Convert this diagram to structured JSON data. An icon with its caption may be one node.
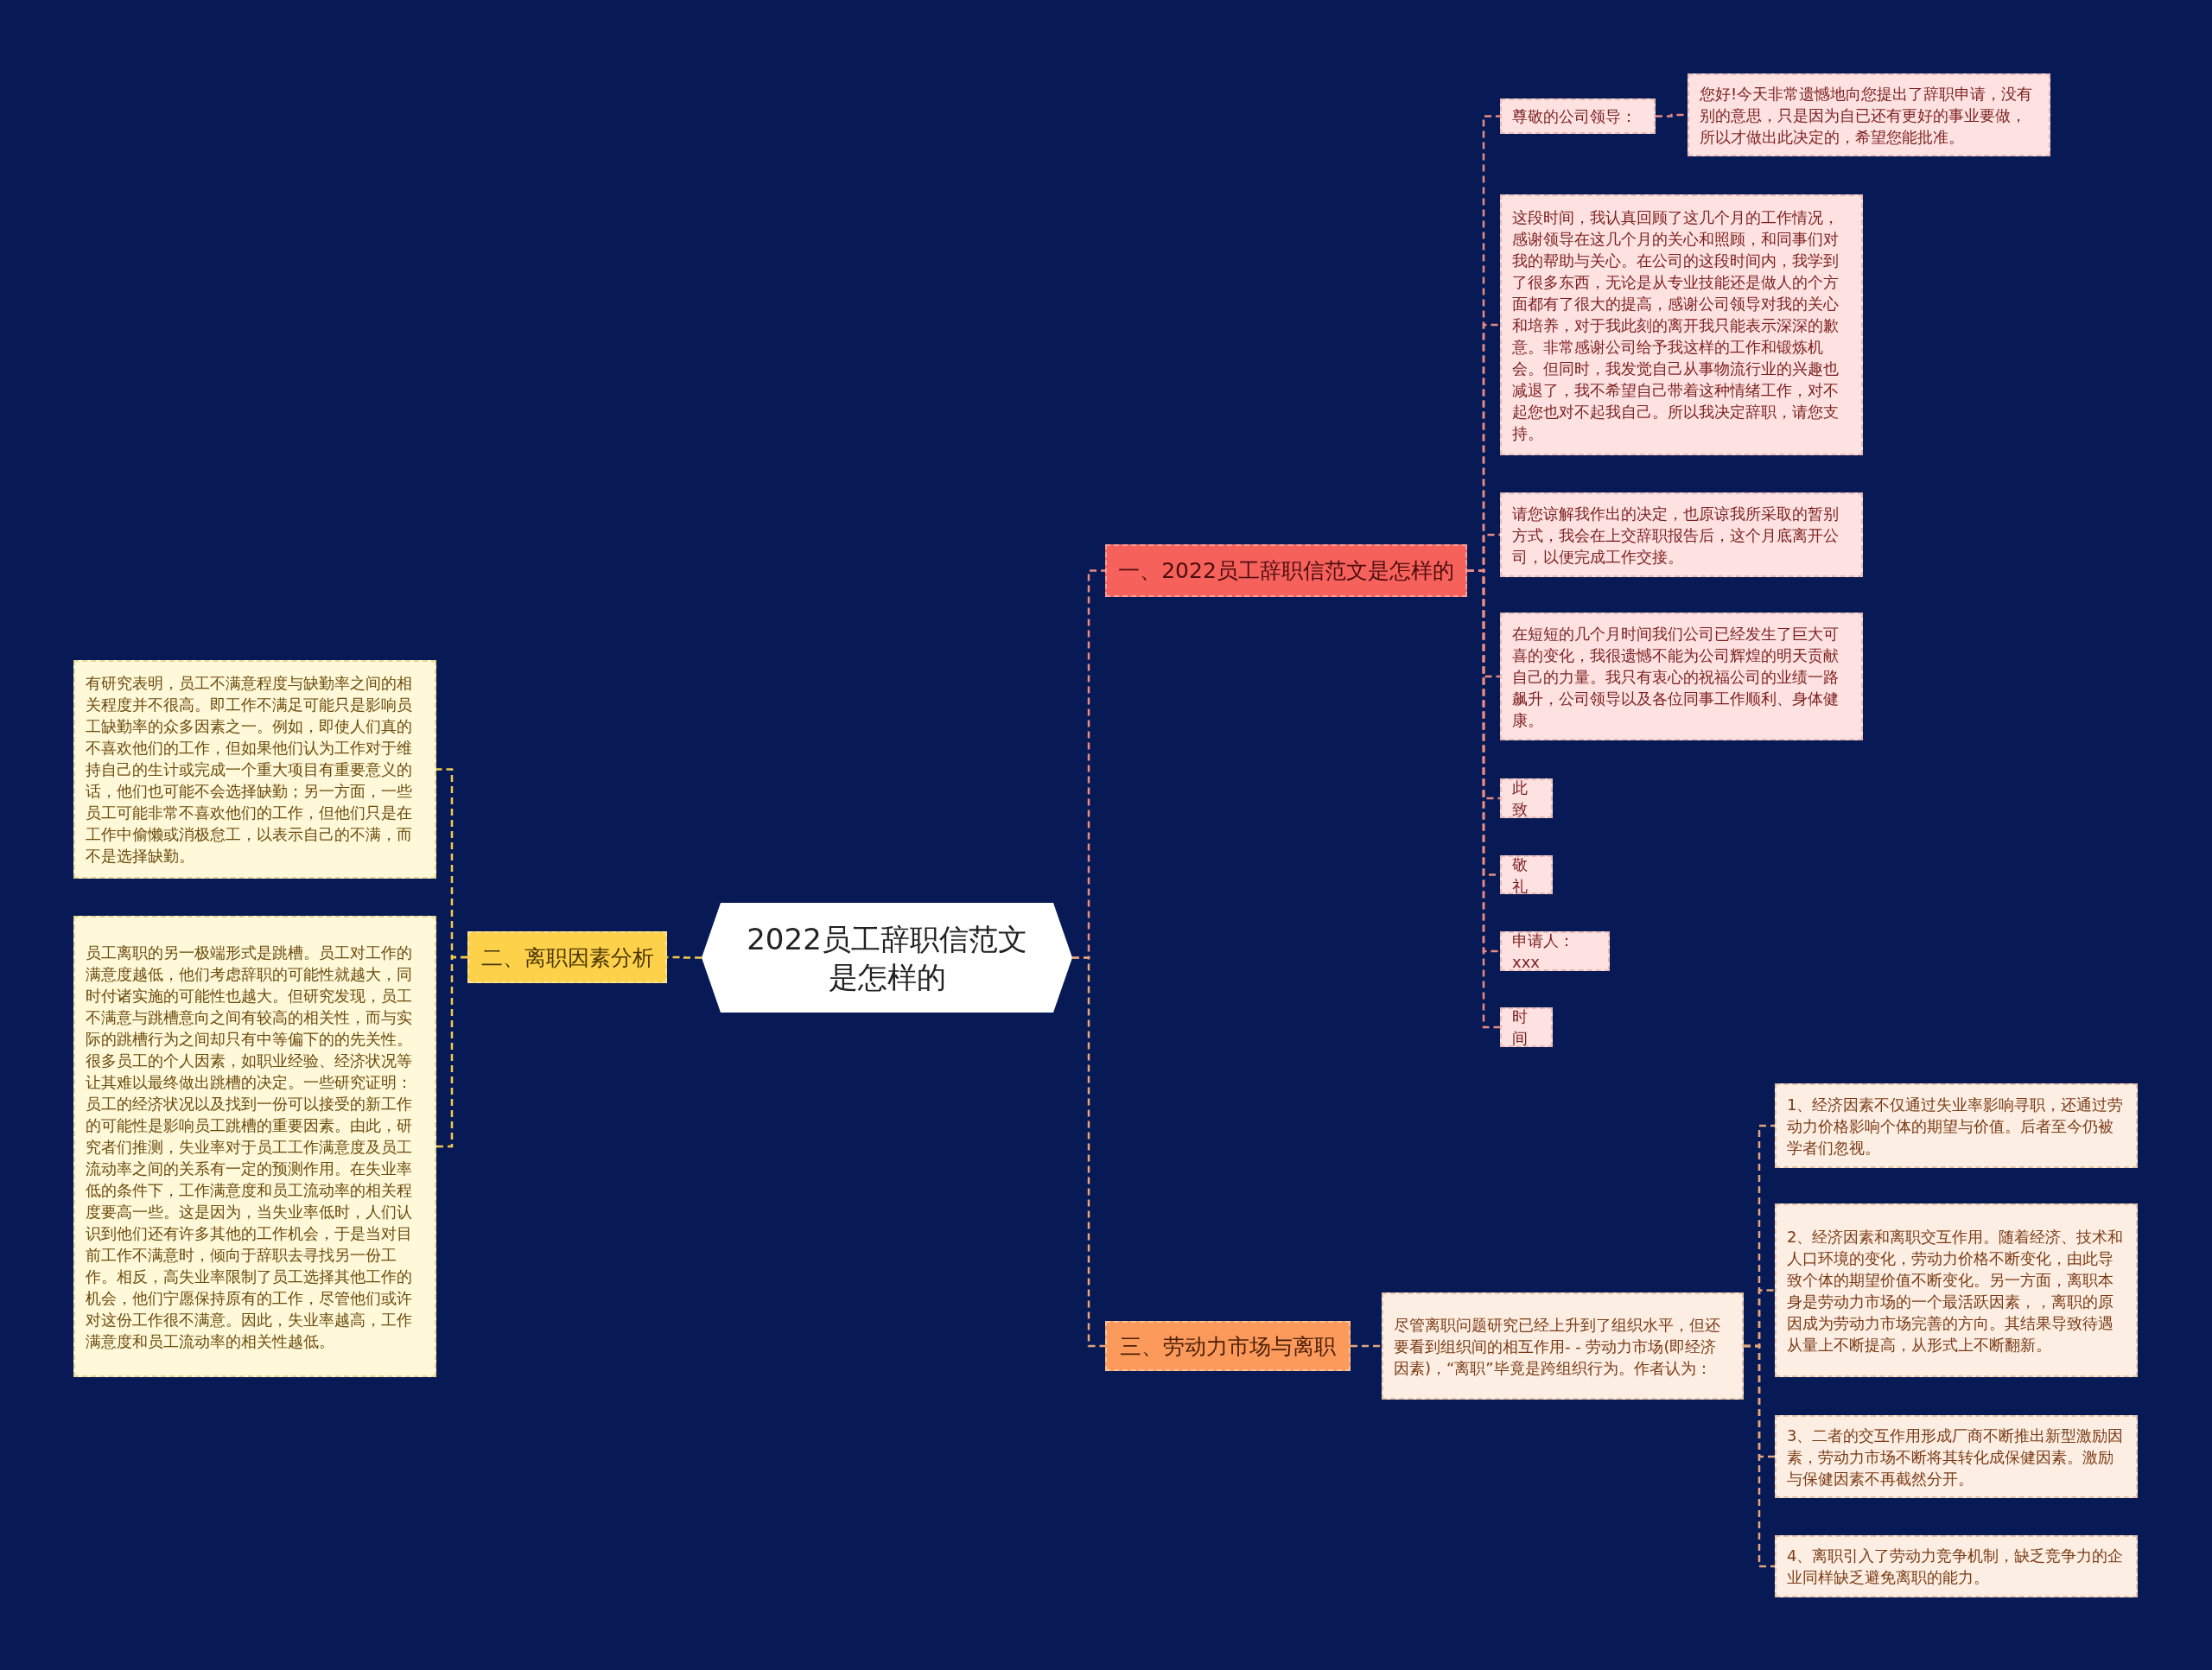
{
  "diagram": {
    "nodes": [
      {
        "text": [
          "2022员工辞职信范文是怎样的"
        ]
      },
      {
        "text": [
          "一、2022员工辞职信范文是怎样的"
        ]
      },
      {
        "text": [
          "尊敬的公司领导："
        ]
      },
      {
        "text": [
          "您好!今天非常遗憾地向您提出了辞职申请，没有别的意思，只是因为自已还有更好的事业要做，所以才做出此决定的，希望您能批准。"
        ]
      },
      {
        "text": [
          "这段时间，我认真回顾了这几个月的工作情况，感谢领导在这几个月的关心和照顾，和同事们对我的帮助与关心。在公司的这段时间内，我学到了很多东西，无论是从专业技能还是做人的个方面都有了很大的提高，感谢公司领导对我的关心和培养，对于我此刻的离开我只能表示深深的歉意。非常感谢公司给予我这样的工作和锻炼机会。但同时，我发觉自己从事物流行业的兴趣也减退了，我不希望自己带着这种情绪工作，对不起您也对不起我自己。所以我决定辞职，请您支持。"
        ]
      },
      {
        "text": [
          "请您谅解我作出的决定，也原谅我所采取的暂别方式，我会在上交辞职报告后，这个月底离开公司，以便完成工作交接。"
        ]
      },
      {
        "text": [
          "在短短的几个月时间我们公司已经发生了巨大可喜的变化，我很遗憾不能为公司辉煌的明天贡献自己的力量。我只有衷心的祝福公司的业绩一路飙升，公司领导以及各位同事工作顺利、身体健康。"
        ]
      },
      {
        "text": [
          "此致"
        ]
      },
      {
        "text": [
          "敬礼"
        ]
      },
      {
        "text": [
          "申请人：xxx"
        ]
      },
      {
        "text": [
          "时间"
        ]
      },
      {
        "text": [
          "三、劳动力市场与离职"
        ]
      },
      {
        "text": [
          "尽管离职问题研究已经上升到了组织水平，但还要看到组织间的相互作用- - 劳动力市场(即经济因素)，“离职”毕竟是跨组织行为。作者认为："
        ]
      },
      {
        "text": [
          "1、经济因素不仅通过失业率影响寻职，还通过劳动力价格影响个体的期望与价值。后者至今仍被学者们忽视。"
        ]
      },
      {
        "text": [
          "2、经济因素和离职交互作用。随着经济、技术和人口环境的变化，劳动力价格不断变化，由此导致个体的期望价值不断变化。另一方面，离职本身是劳动力市场的一个最活跃因素，，离职的原因成为劳动力市场完善的方向。其结果导致待遇从量上不断提高，从形式上不断翻新。"
        ]
      },
      {
        "text": [
          "3、二者的交互作用形成厂商不断推出新型激励因素，劳动力市场不断将其转化成保健因素。激励与保健因素不再截然分开。"
        ]
      },
      {
        "text": [
          "4、离职引入了劳动力竞争机制，缺乏竞争力的企业同样缺乏避免离职的能力。"
        ]
      },
      {
        "text": [
          "二、离职因素分析"
        ]
      },
      {
        "text": [
          "有研究表明，员工不满意程度与缺勤率之间的相关程度并不很高。即工作不满足可能只是影响员工缺勤率的众多因素之一。例如，即使人们真的不喜欢他们的工作，但如果他们认为工作对于维持自己的生计或完成一个重大项目有重要意义的话，他们也可能不会选择缺勤；另一方面，一些员工可能非常不喜欢他们的工作，但他们只是在工作中偷懒或消极怠工，以表示自己的不满，而不是选择缺勤。"
        ]
      },
      {
        "text": [
          "员工离职的另一极端形式是跳槽。员工对工作的满意度越低，他们考虑辞职的可能性就越大，同时付诸实施的可能性也越大。但研究发现，员工不满意与跳槽意向之间有较高的相关性，而与实际的跳槽行为之间却只有中等偏下的的先关性。很多员工的个人因素，如职业经验、经济状况等让其难以最终做出跳槽的决定。一些研究证明：员工的经济状况以及找到一份可以接受的新工作的可能性是影响员工跳槽的重要因素。由此，研究者们推测，失业率对于员工工作满意度及员工流动率之间的关系有一定的预测作用。在失业率低的条件下，工作满意度和员工流动率的相关程度要高一些。这是因为，当失业率低时，人们认识到他们还有许多其他的工作机会，于是当对目前工作不满意时，倾向于辞职去寻找另一份工作。相反，高失业率限制了员工选择其他工作的机会，他们宁愿保持原有的工作，尽管他们或许对这份工作很不满意。因此，失业率越高，工作满意度和员工流动率的相关性越低。"
        ]
      }
    ],
    "edges": [
      {
        "from": 0,
        "to": 1,
        "arrow": "none"
      },
      {
        "from": 1,
        "to": 2,
        "arrow": "none"
      },
      {
        "from": 2,
        "to": 3,
        "arrow": "none"
      },
      {
        "from": 1,
        "to": 4,
        "arrow": "none"
      },
      {
        "from": 1,
        "to": 5,
        "arrow": "none"
      },
      {
        "from": 1,
        "to": 6,
        "arrow": "none"
      },
      {
        "from": 1,
        "to": 7,
        "arrow": "none"
      },
      {
        "from": 1,
        "to": 8,
        "arrow": "none"
      },
      {
        "from": 1,
        "to": 9,
        "arrow": "none"
      },
      {
        "from": 1,
        "to": 10,
        "arrow": "none"
      },
      {
        "from": 0,
        "to": 11,
        "arrow": "none",
        "color": "#e3a57a"
      },
      {
        "from": 11,
        "to": 12,
        "arrow": "none",
        "color": "#e3a57a"
      },
      {
        "from": 12,
        "to": 13,
        "arrow": "none",
        "color": "#e3a57a"
      },
      {
        "from": 12,
        "to": 14,
        "arrow": "none",
        "color": "#e3a57a"
      },
      {
        "from": 12,
        "to": 15,
        "arrow": "none",
        "color": "#e3a57a"
      },
      {
        "from": 12,
        "to": 16,
        "arrow": "none",
        "color": "#e3a57a"
      },
      {
        "from": 0,
        "to": 17,
        "arrow": "none",
        "color": "#f2c94c"
      },
      {
        "from": 17,
        "to": 18,
        "arrow": "none",
        "color": "#f2c94c"
      },
      {
        "from": 17,
        "to": 19,
        "arrow": "none",
        "color": "#f2c94c"
      }
    ]
  }
}
